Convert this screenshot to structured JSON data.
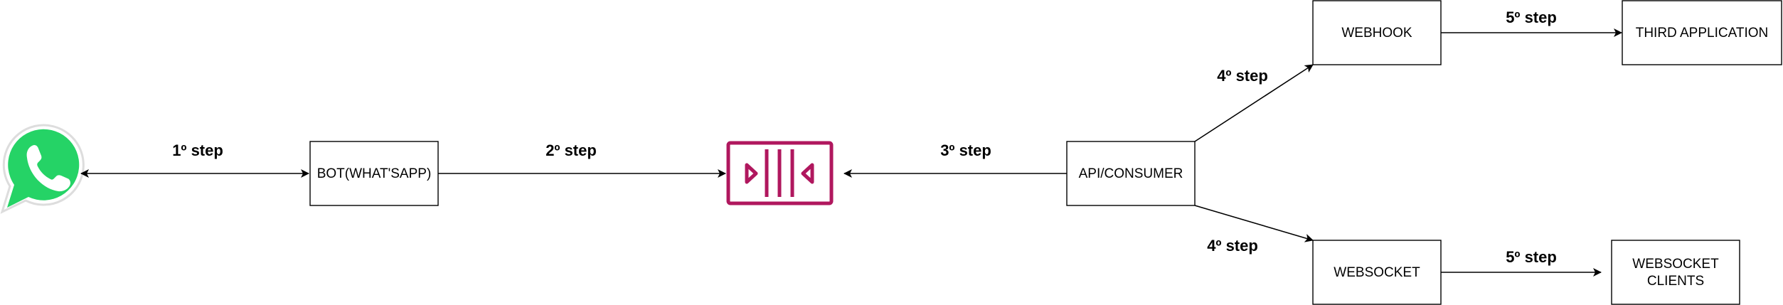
{
  "nodes": {
    "whatsapp": {
      "icon": "whatsapp-icon"
    },
    "bot": {
      "label": "BOT(WHAT'SAPP)"
    },
    "queue": {
      "icon": "message-queue-icon",
      "color": "#B0175E"
    },
    "api": {
      "label": "API/CONSUMER"
    },
    "webhook": {
      "label": "WEBHOOK"
    },
    "third": {
      "label": "THIRD APPLICATION"
    },
    "websocket": {
      "label": "WEBSOCKET"
    },
    "ws_clients": {
      "line1": "WEBSOCKET",
      "line2": "CLIENTS"
    }
  },
  "steps": {
    "step1": "1º step",
    "step2": "2º step",
    "step3": "3º step",
    "step4_webhook": "4º step",
    "step4_websocket": "4º step",
    "step5_webhook": "5º step",
    "step5_websocket": "5º step"
  },
  "colors": {
    "whatsapp_green": "#25D366",
    "queue_magenta": "#B0175E",
    "line": "#000000"
  }
}
